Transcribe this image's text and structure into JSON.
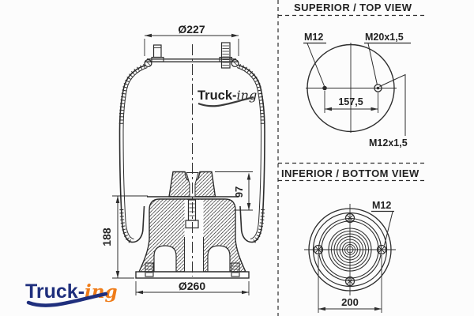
{
  "colors": {
    "ink": "#2d2d2d",
    "bg": "#fcfcfc",
    "watermark": "#3a3a3a",
    "logo_navy": "#1f2f7d",
    "logo_orange": "#ef7c19"
  },
  "main_view": {
    "watermark_part1": "Truck-",
    "watermark_part2": "ing",
    "dim_top_diameter": "Ø227",
    "dim_bumper_height": "97",
    "dim_height": "188",
    "dim_base_diameter": "Ø260"
  },
  "top_view": {
    "title": "SUPERIOR / TOP VIEW",
    "label_stud": "M12",
    "label_air_fitting": "M20x1,5",
    "label_stud_thread": "M12x1,5",
    "dim_stud_spacing": "157,5"
  },
  "bottom_view": {
    "title": "INFERIOR / BOTTOM VIEW",
    "label_stud": "M12",
    "dim_stud_spacing": "200"
  },
  "logo": {
    "part1": "Truck-",
    "part2": "ing"
  }
}
